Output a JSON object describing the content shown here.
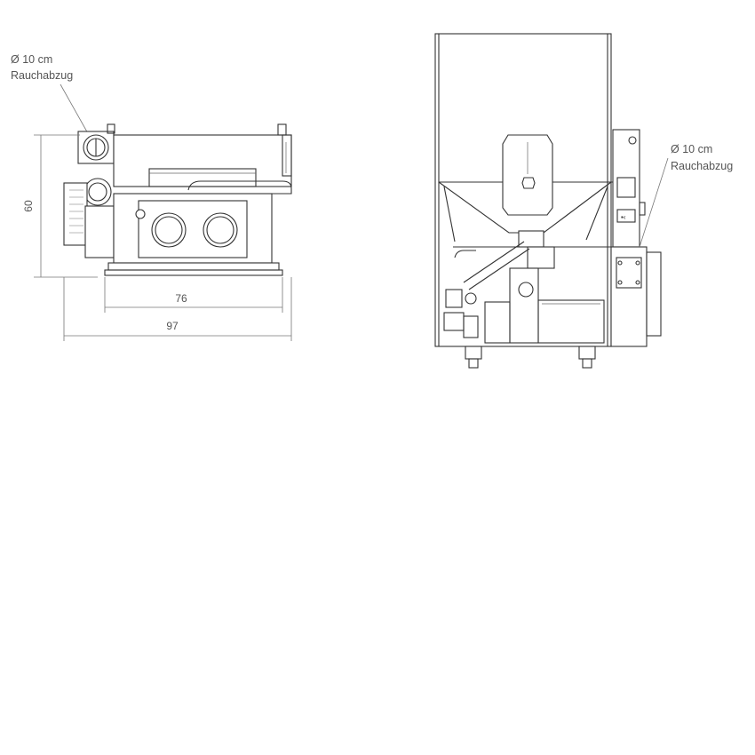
{
  "top_view": {
    "flue_label_line1": "Ø 10 cm",
    "flue_label_line2": "Rauchabzug",
    "dim_height": "60",
    "dim_inner_width": "76",
    "dim_total_width": "97"
  },
  "side_view": {
    "flue_label_line1": "Ø 10 cm",
    "flue_label_line2": "Rauchabzug"
  },
  "colors": {
    "line": "#333333",
    "text": "#555555",
    "background": "#ffffff"
  }
}
